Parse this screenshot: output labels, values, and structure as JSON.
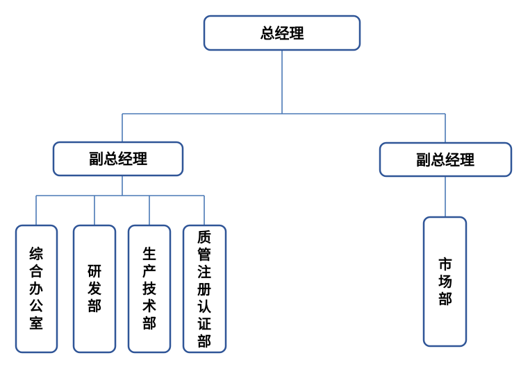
{
  "chart": {
    "root": {
      "label": "总经理"
    },
    "deputies": [
      {
        "label": "副总经理",
        "departments": [
          {
            "label": "综合办公室"
          },
          {
            "label": "研发部"
          },
          {
            "label": "生产技术部"
          },
          {
            "label": "质管注册认证部"
          }
        ]
      },
      {
        "label": "副总经理",
        "departments": [
          {
            "label": "市场部"
          }
        ]
      }
    ]
  },
  "colors": {
    "box_border": "#2f5597",
    "connector": "#4a78b5",
    "text": "#000000",
    "background": "#ffffff"
  }
}
